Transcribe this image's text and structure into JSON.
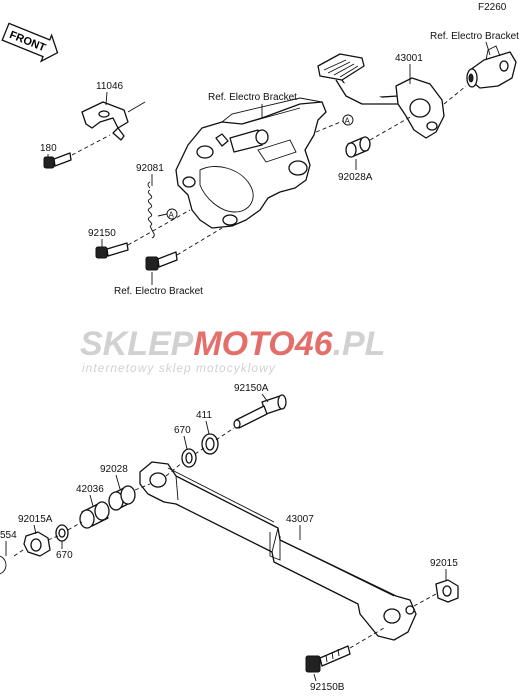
{
  "figure_code": "F2260",
  "front_label": "FRONT",
  "callout_letter": "A",
  "ref_labels": {
    "electro_top_left": "Ref. Electro Bracket",
    "electro_top_right": "Ref. Electro Bracket",
    "electro_bottom": "Ref. Electro Bracket"
  },
  "watermark": {
    "part1": "SKLEP",
    "part2": "MOTO",
    "part3": "46",
    "part4": ".PL",
    "tagline": "internetowy sklep motocyklowy"
  },
  "parts": {
    "p11046": "11046",
    "p180": "180",
    "p92081": "92081",
    "p92150": "92150",
    "p43001": "43001",
    "p92028A": "92028A",
    "p92150A": "92150A",
    "p411": "411",
    "p670a": "670",
    "p92028": "92028",
    "p42036": "42036",
    "p92015A": "92015A",
    "p554": "554",
    "p670b": "670",
    "p43007": "43007",
    "p92015": "92015",
    "p92150B": "92150B"
  },
  "colors": {
    "line": "#111111",
    "watermark_red": "#e0554f",
    "watermark_gray": "#c9c9c9"
  }
}
